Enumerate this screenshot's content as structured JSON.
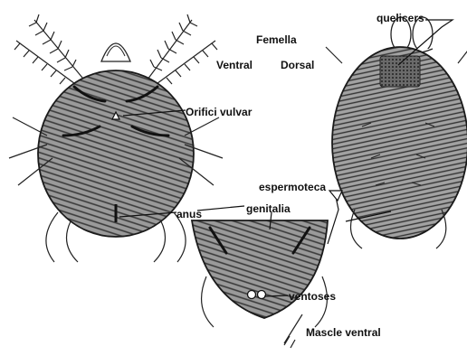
{
  "labels": {
    "femella": "Femella",
    "ventral": "Ventral",
    "dorsal": "Dorsal",
    "quelicers": "quelicers",
    "orifici_vulvar": "Orifici vulvar",
    "espermoteca": "espermoteca",
    "genitalia": "genitalia",
    "anus": "anus",
    "ventoses": "ventoses",
    "mascle_ventral": "Mascle ventral"
  },
  "colors": {
    "background": "#ffffff",
    "body_fill": "#8c8c8c",
    "outline": "#1a1a1a",
    "label": "#111111"
  }
}
